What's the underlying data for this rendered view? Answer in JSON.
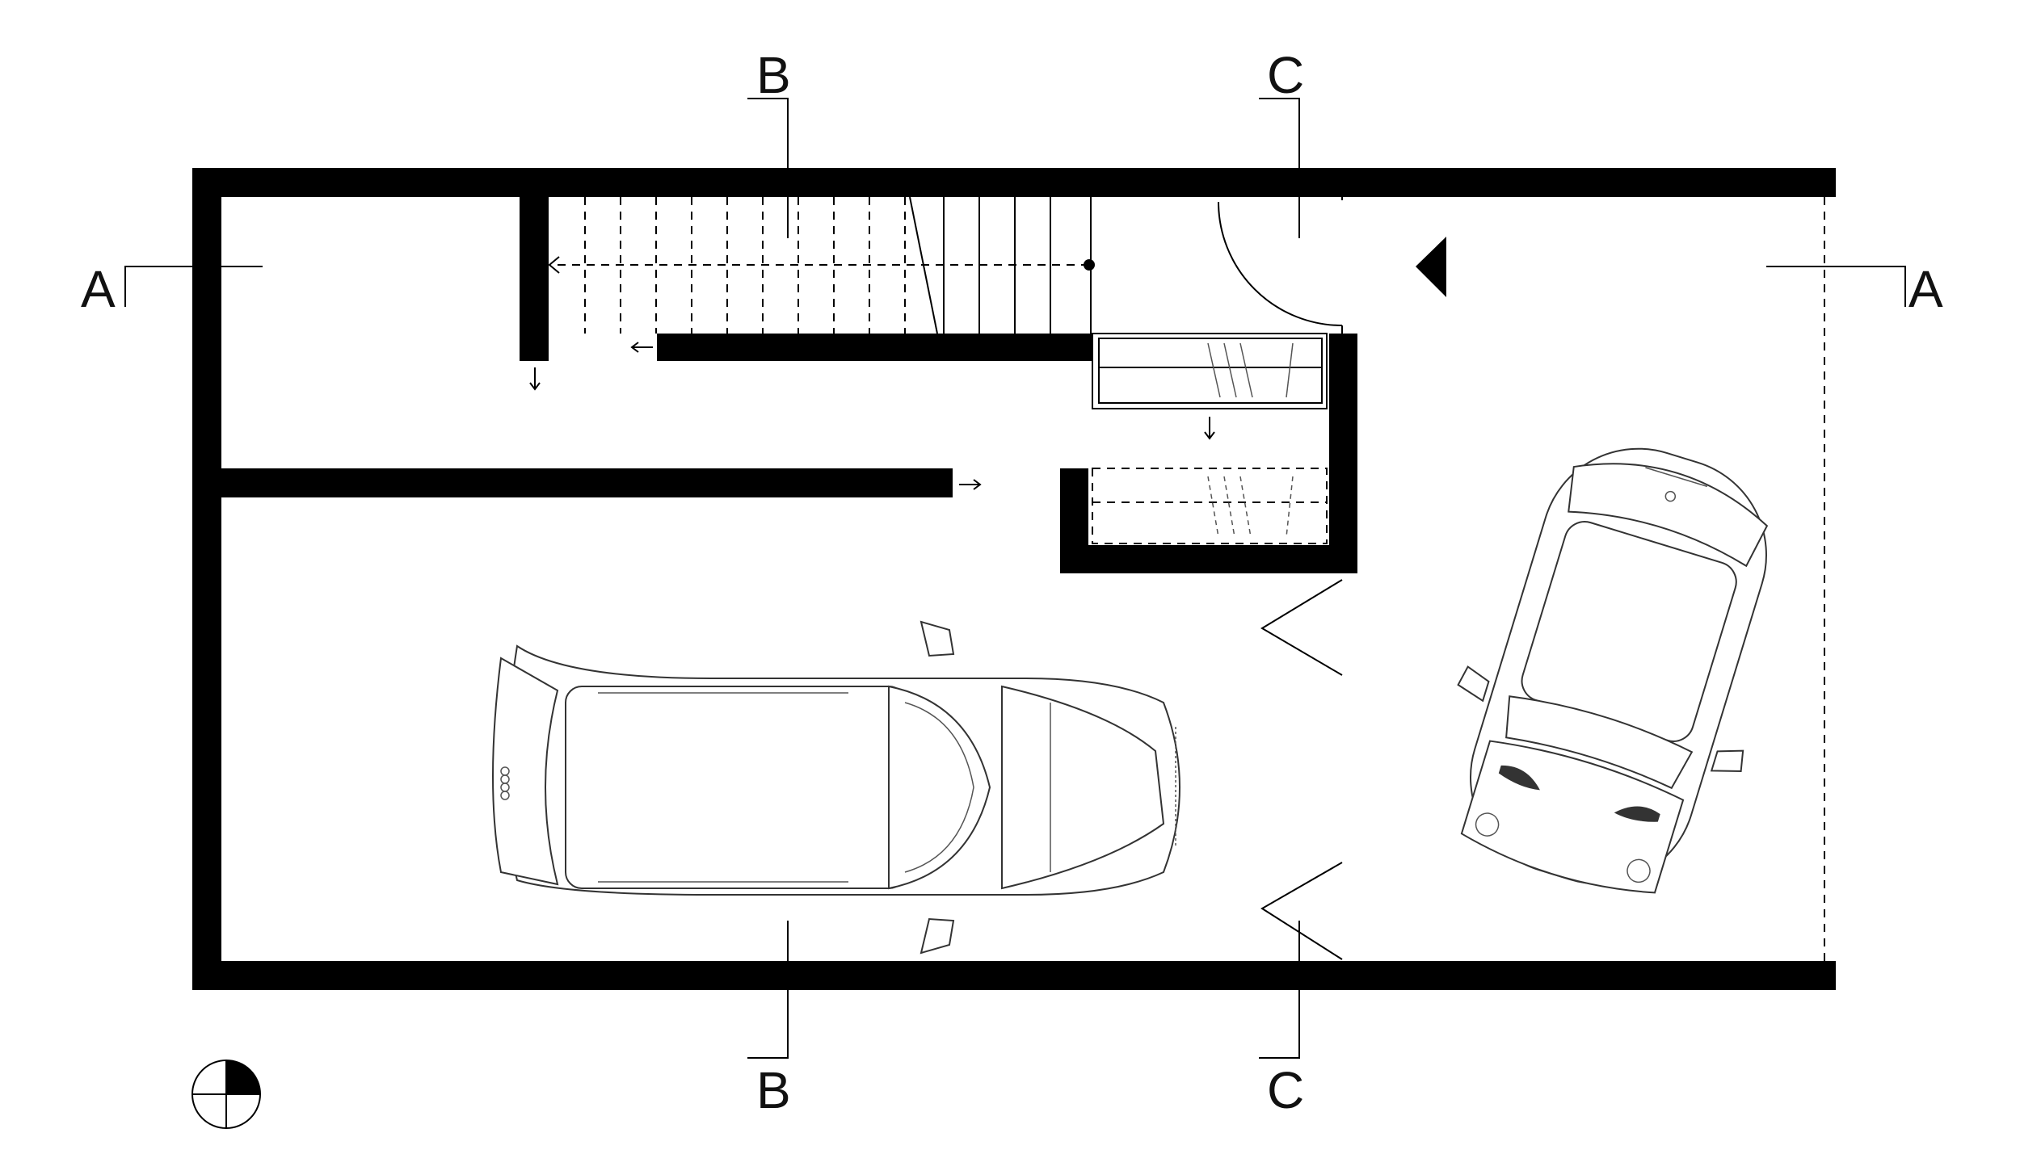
{
  "section_labels": {
    "a_left": "A",
    "a_right": "A",
    "b_top": "B",
    "b_bottom": "B",
    "c_top": "C",
    "c_bottom": "C"
  },
  "colors": {
    "wall": "#000000",
    "line": "#000000",
    "background": "#ffffff"
  },
  "icons": {
    "north": "north-arrow-icon",
    "entry": "entry-triangle-icon",
    "direction": "direction-arrow-icon"
  }
}
